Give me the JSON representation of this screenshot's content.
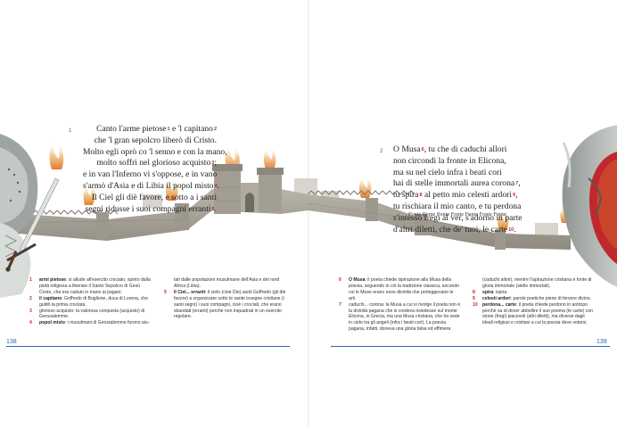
{
  "stanza1": {
    "number": "1",
    "lines": [
      {
        "text": "Canto l'arme pietose",
        "sup": "1",
        "cont": " e 'l capitano",
        "sup2": "2"
      },
      {
        "text": "che 'l gran sepolcro liberò di Cristo."
      },
      {
        "text": "Molto egli oprò co 'l senno e con la mano,"
      },
      {
        "text": "molto soffrì nel glorioso acquisto",
        "sup": "3",
        "cont": ";"
      },
      {
        "text": "e in van l'Inferno vi s'oppose, e in vano"
      },
      {
        "text": "s'armò d'Asia e di Libia il popol misto",
        "sup": "4",
        "cont": "."
      },
      {
        "text": "Il Ciel gli diè favore, e sotto a i santi"
      },
      {
        "text": "segni ridusse i suoi compagni erranti",
        "sup": "5",
        "cont": "."
      }
    ]
  },
  "stanza2": {
    "number": "2",
    "lines": [
      {
        "text": "O Musa",
        "sup": "6",
        "cont": ", tu che di caduchi allori"
      },
      {
        "text": "non circondi la fronte in Elicona,"
      },
      {
        "text": "ma su nel cielo infra i beati cori"
      },
      {
        "text": "hai di stelle immortali aurea corona",
        "sup": "7",
        "cont": ","
      },
      {
        "text": "tu spira",
        "sup": "8",
        "cont": " al petto mio celesti ardori",
        "sup2": "9",
        "cont2": ","
      },
      {
        "text": "tu rischiara il mio canto, e tu perdona"
      },
      {
        "text": "s'intesso fregi al ver, s'adorno in parte"
      },
      {
        "text": "d'altri diletti, che de' tuoi, le carte",
        "sup": "10",
        "cont": "."
      }
    ]
  },
  "caption": "Fonte Fonte Fonte Fonte Fonte Fonte Fonte",
  "notes": {
    "col1": [
      {
        "n": "1",
        "term": "armi pietose",
        "text": ": si allude all'esercito crociato, spinto dalla pietà religiosa a liberare il Santo Sepolcro di Gesù Cristo, che era caduto in mano ai pagani."
      },
      {
        "n": "2",
        "term": "il capitano",
        "text": ": Goffredo di Buglione, duca di Lorena, che guidò la prima crociata."
      },
      {
        "n": "3",
        "term": "",
        "text": "glorioso acquisto: la valorosa conquista (acquisto) di Gerusalemme."
      },
      {
        "n": "4",
        "term": "popol misto",
        "text": ": i musulmani di Gerusalemme furono aiu-"
      }
    ],
    "col2": [
      {
        "n": "",
        "term": "",
        "text": "tati dalle popolazioni musulmane dell'Asia e del nord Africa (Libia)."
      },
      {
        "n": "5",
        "term": "Il Ciel... erranti",
        "text": ": il cielo (cioè Dio) aiutò Goffredo (gli diè favore) a organizzare sotto le sante insegne cristiane (i santi segni) i suoi compagni, cioè i crociati, che erano sbandati (erranti) perché non inquadrati in un esercito regolare."
      }
    ],
    "col3": [
      {
        "n": "6",
        "term": "O Musa",
        "text": ": il poeta chiede ispirazione alla Musa della poesia, seguendo in ciò la tradizione classica, secondo cui le Muse erano nove divinità che proteggevano le arti."
      },
      {
        "n": "7",
        "term": "",
        "text": "caduchi... corona: la Musa a cui si rivolge il poeta non è la divinità pagana che si credeva risiedesse sul monte Elicona, in Grecia, ma una Musa cristiana, che ha sede in cielo tra gli angeli (infra i beati cori). La poesia pagana, infatti, doneva una gloria falsa ed effimera"
      }
    ],
    "col4": [
      {
        "n": "",
        "term": "",
        "text": "(caduchi allori), mentre l'ispirazione cristiana è fonte di gloria immortale (stelle immortali)."
      },
      {
        "n": "8",
        "term": "spira",
        "text": ": ispira."
      },
      {
        "n": "9",
        "term": "celesti ardori",
        "text": ": parole poetiche piene di fervore divino."
      },
      {
        "n": "10",
        "term": "perdona... carte",
        "text": ": il poeta chiede perdono in anticipo perché sa di dover abbellire il suo poema (le carte) con storie (fregi) piacevoli (altri diletti), ma diverse dagli ideali religiosi e cristiani a cui la poesia deve votarsi."
      }
    ]
  },
  "page_left": "138",
  "page_right": "139",
  "colors": {
    "accent_blue": "#2b66b1",
    "accent_red": "#c0282d",
    "stone": "#a9a398",
    "fire": "#e8a04a"
  }
}
